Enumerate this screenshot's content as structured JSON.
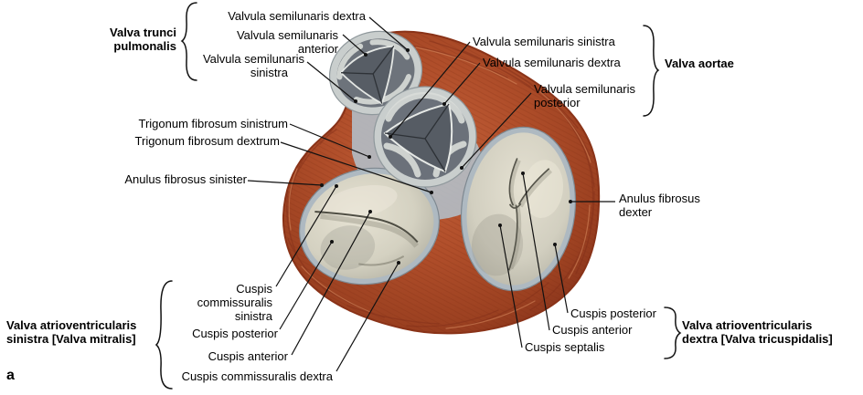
{
  "figure": {
    "type": "anatomical-diagram",
    "subject": "Heart valves, superior view (ventricular base)",
    "panel_letter": "a",
    "colors": {
      "background": "#ffffff",
      "myocardium": "#b5512c",
      "myocardium_dark": "#84301a",
      "myocardium_light": "#d9895d",
      "anulus_ring": "#b9c4cc",
      "cusp_cream": "#ddd9ca",
      "semilunar_dark": "#6d737b",
      "semilunar_rim": "#c9cecd",
      "leader_line": "#111111",
      "text": "#000000"
    }
  },
  "labels": {
    "pulmonary_group": {
      "line1": "Valva trunci",
      "line2": "pulmonalis"
    },
    "pulm_dextra": "Valvula semilunaris dextra",
    "pulm_anterior": {
      "line1": "Valvula semilunaris",
      "line2": "anterior"
    },
    "pulm_sinistra": {
      "line1": "Valvula semilunaris",
      "line2": "sinistra"
    },
    "aortic_group": "Valva aortae",
    "aort_sinistra": "Valvula semilunaris sinistra",
    "aort_dextra": "Valvula semilunaris dextra",
    "aort_posterior": {
      "line1": "Valvula semilunaris",
      "line2": "posterior"
    },
    "trigonum_sinistrum": "Trigonum fibrosum sinistrum",
    "trigonum_dextrum": "Trigonum fibrosum dextrum",
    "anulus_sinister": "Anulus fibrosus sinister",
    "anulus_dexter": {
      "line1": "Anulus fibrosus",
      "line2": "dexter"
    },
    "mitral_group": {
      "line1": "Valva atrioventricularis",
      "line2": "sinistra [Valva mitralis]"
    },
    "mitral_comm_sinistra": {
      "line1": "Cuspis",
      "line2": "commissuralis",
      "line3": "sinistra"
    },
    "mitral_posterior": "Cuspis posterior",
    "mitral_anterior": "Cuspis anterior",
    "mitral_comm_dextra": "Cuspis commissuralis dextra",
    "tricuspid_posterior": "Cuspis posterior",
    "tricuspid_anterior": "Cuspis anterior",
    "tricuspid_septalis": "Cuspis septalis",
    "tricuspid_group": {
      "line1": "Valva atrioventricularis",
      "line2": "dextra [Valva tricuspidalis]"
    }
  }
}
